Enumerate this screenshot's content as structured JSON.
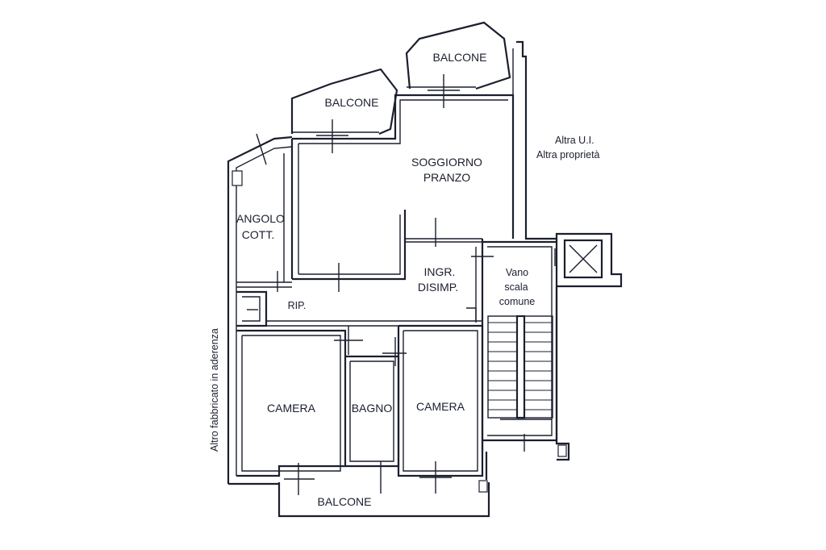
{
  "rooms": {
    "balcone_top": "BALCONE",
    "balcone_mid": "BALCONE",
    "soggiorno_l1": "SOGGIORNO",
    "soggiorno_l2": "PRANZO",
    "angolo_l1": "ANGOLO",
    "angolo_l2": "COTT.",
    "ingresso_l1": "INGR.",
    "ingresso_l2": "DISIMP.",
    "rip": "RIP.",
    "camera_left": "CAMERA",
    "bagno": "BAGNO",
    "camera_right": "CAMERA",
    "balcone_bottom": "BALCONE",
    "vano_l1": "Vano",
    "vano_l2": "scala",
    "vano_l3": "comune"
  },
  "annotations": {
    "altra_ui": "Altra U.I.",
    "altra_proprieta": "Altra proprietà",
    "altro_fabbricato": "Altro fabbricato in aderenza"
  }
}
